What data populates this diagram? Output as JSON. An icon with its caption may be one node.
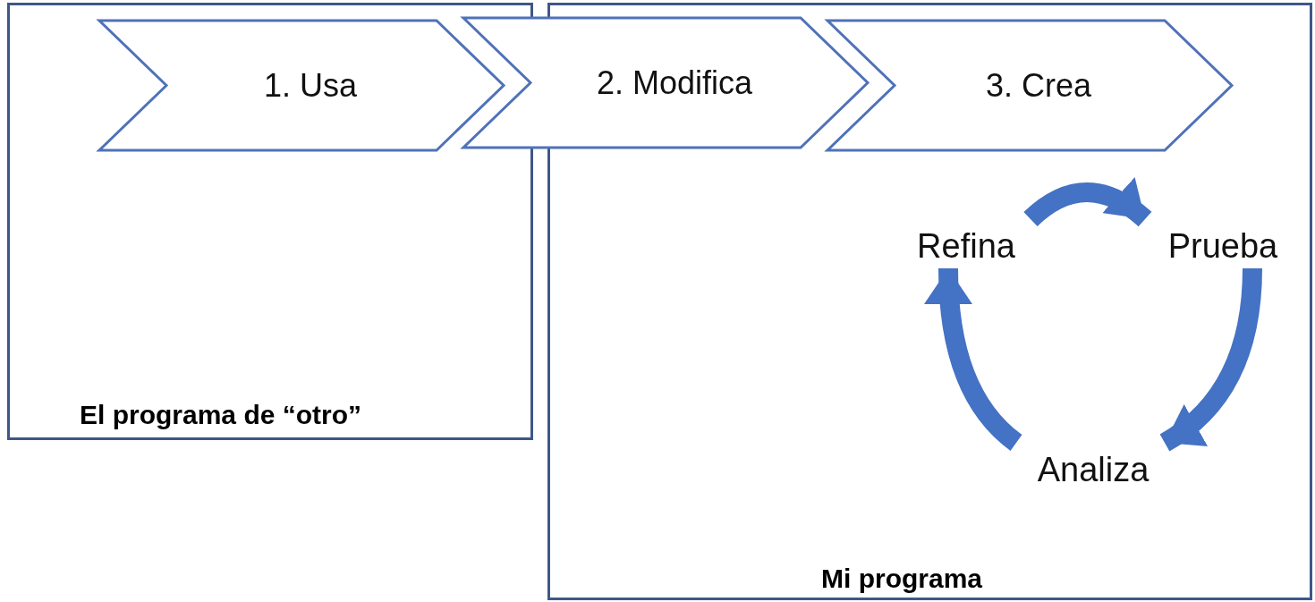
{
  "diagram": {
    "nodes": [
      {
        "text": [
          "El programa de “otro”"
        ]
      },
      {
        "text": [
          "1. Usa"
        ],
        "in": 0
      },
      {
        "text": [
          "2. Modifica"
        ]
      },
      {
        "text": [
          "Mi programa"
        ]
      },
      {
        "text": [
          "3. Crea"
        ],
        "in": 3
      },
      {
        "text": [
          "Refina"
        ],
        "in": 3
      },
      {
        "text": [
          "Prueba"
        ],
        "in": 3
      },
      {
        "text": [
          "Analiza"
        ],
        "in": 3
      }
    ],
    "edges": [
      {
        "from": 5,
        "to": 6,
        "arrow": "to"
      },
      {
        "from": 6,
        "to": 7,
        "arrow": "to"
      },
      {
        "from": 7,
        "to": 5,
        "arrow": "to"
      }
    ]
  }
}
